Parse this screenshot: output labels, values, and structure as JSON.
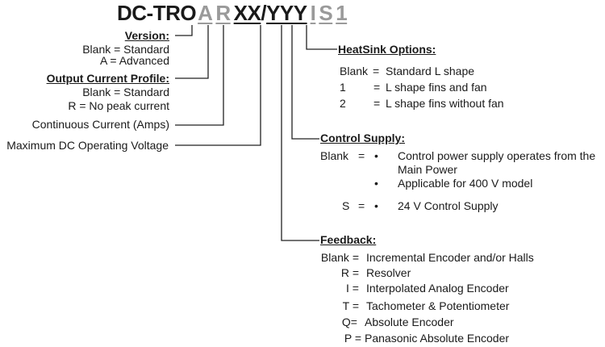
{
  "part_code": {
    "prefix": "DC-TRO",
    "segments": [
      {
        "text": "A",
        "style": "grey"
      },
      {
        "text": "R",
        "style": "grey"
      },
      {
        "text": "XX",
        "style": "black"
      },
      {
        "text": "/",
        "style": "black"
      },
      {
        "text": "YYY",
        "style": "black"
      },
      {
        "text": "I",
        "style": "grey"
      },
      {
        "text": "S",
        "style": "grey"
      },
      {
        "text": "1",
        "style": "grey"
      }
    ]
  },
  "left": {
    "version": {
      "title": "Version:",
      "lines": [
        "Blank =   Standard",
        "A = Advanced"
      ]
    },
    "output_current": {
      "title": "Output Current Profile:",
      "lines": [
        "Blank = Standard",
        "R = No peak current"
      ]
    },
    "continuous_current": "Continuous Current (Amps)",
    "max_voltage": "Maximum DC Operating Voltage"
  },
  "heatsink": {
    "title": "HeatSink Options:",
    "options": [
      {
        "key": "Blank",
        "eq": "=",
        "desc": "Standard L shape"
      },
      {
        "key": "1",
        "eq": "=",
        "desc": "L shape fins and fan"
      },
      {
        "key": "2",
        "eq": "=",
        "desc": "L shape fins without fan"
      }
    ]
  },
  "control_supply": {
    "title": "Control Supply:",
    "blank_key": "Blank",
    "eq": "=",
    "bullet": "•",
    "blank_items": [
      "Control power supply operates from the",
      "Main Power",
      "Applicable for 400 V model"
    ],
    "s_key": "S",
    "s_item": "24 V Control Supply"
  },
  "feedback": {
    "title": "Feedback:",
    "options": [
      {
        "key": "Blank =",
        "desc": "Incremental Encoder and/or Halls"
      },
      {
        "key": "R =",
        "desc": "Resolver"
      },
      {
        "key": "I =",
        "desc": "Interpolated Analog Encoder"
      },
      {
        "key": "T =",
        "desc": "Tachometer & Potentiometer"
      },
      {
        "key": "Q=",
        "desc": "Absolute Encoder"
      },
      {
        "key": "P =",
        "desc": "Panasonic Absolute Encoder"
      }
    ]
  }
}
